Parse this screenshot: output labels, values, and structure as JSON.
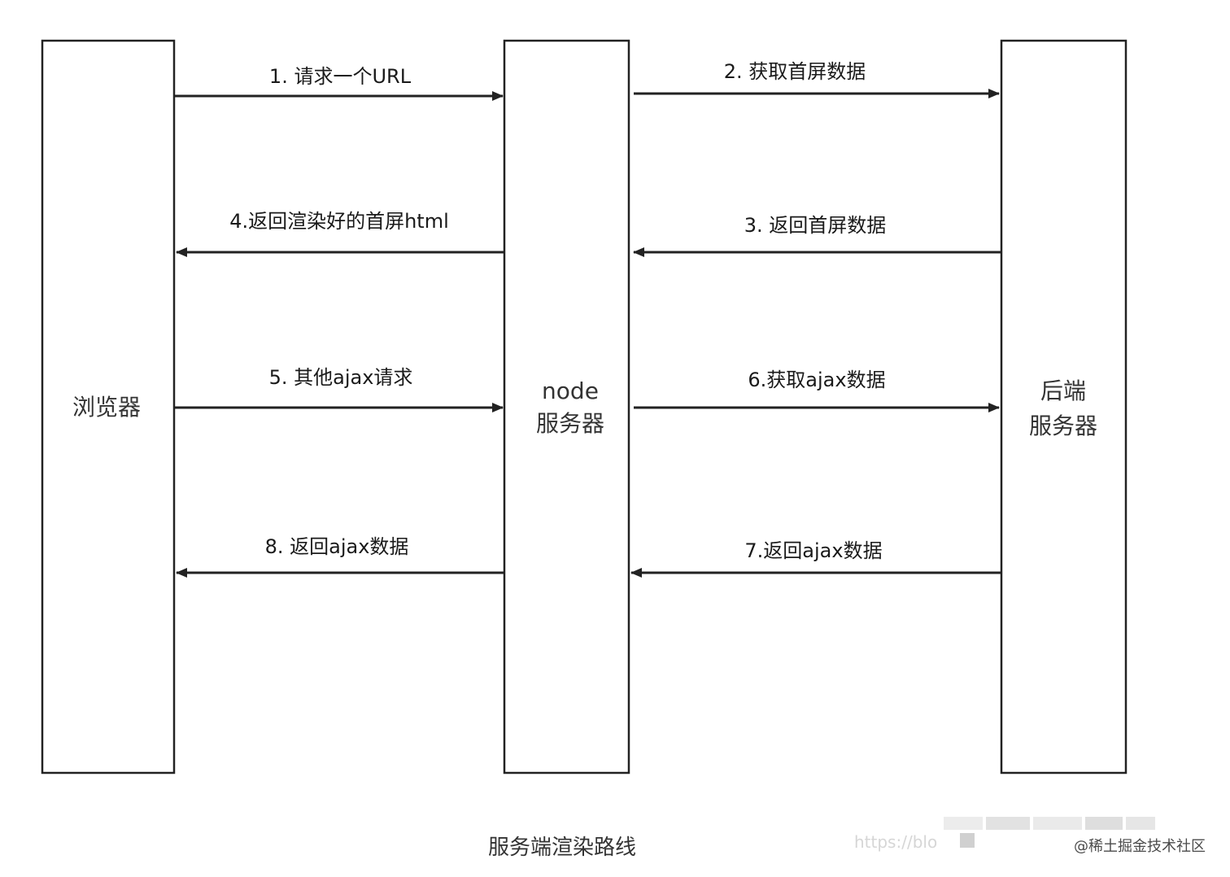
{
  "participants": [
    {
      "id": "browser",
      "label_lines": [
        "浏览器"
      ]
    },
    {
      "id": "node",
      "label_lines": [
        "node",
        "服务器"
      ]
    },
    {
      "id": "backend",
      "label_lines": [
        "后端",
        "服务器"
      ]
    }
  ],
  "messages": [
    {
      "id": "m1",
      "text": "1. 请求一个URL",
      "from": "browser",
      "to": "node"
    },
    {
      "id": "m2",
      "text": "2. 获取首屏数据",
      "from": "node",
      "to": "backend"
    },
    {
      "id": "m3",
      "text": "3. 返回首屏数据",
      "from": "backend",
      "to": "node"
    },
    {
      "id": "m4",
      "text": "4.返回渲染好的首屏html",
      "from": "node",
      "to": "browser"
    },
    {
      "id": "m5",
      "text": "5. 其他ajax请求",
      "from": "browser",
      "to": "node"
    },
    {
      "id": "m6",
      "text": "6.获取ajax数据",
      "from": "node",
      "to": "backend"
    },
    {
      "id": "m7",
      "text": "7.返回ajax数据",
      "from": "backend",
      "to": "node"
    },
    {
      "id": "m8",
      "text": "8. 返回ajax数据",
      "from": "node",
      "to": "browser"
    }
  ],
  "caption": "服务端渲染路线",
  "watermark": {
    "text": "@稀土掘金技术社区",
    "faint_url": "https://blo"
  },
  "colors": {
    "stroke": "#222222",
    "text": "#1a1a1a"
  }
}
